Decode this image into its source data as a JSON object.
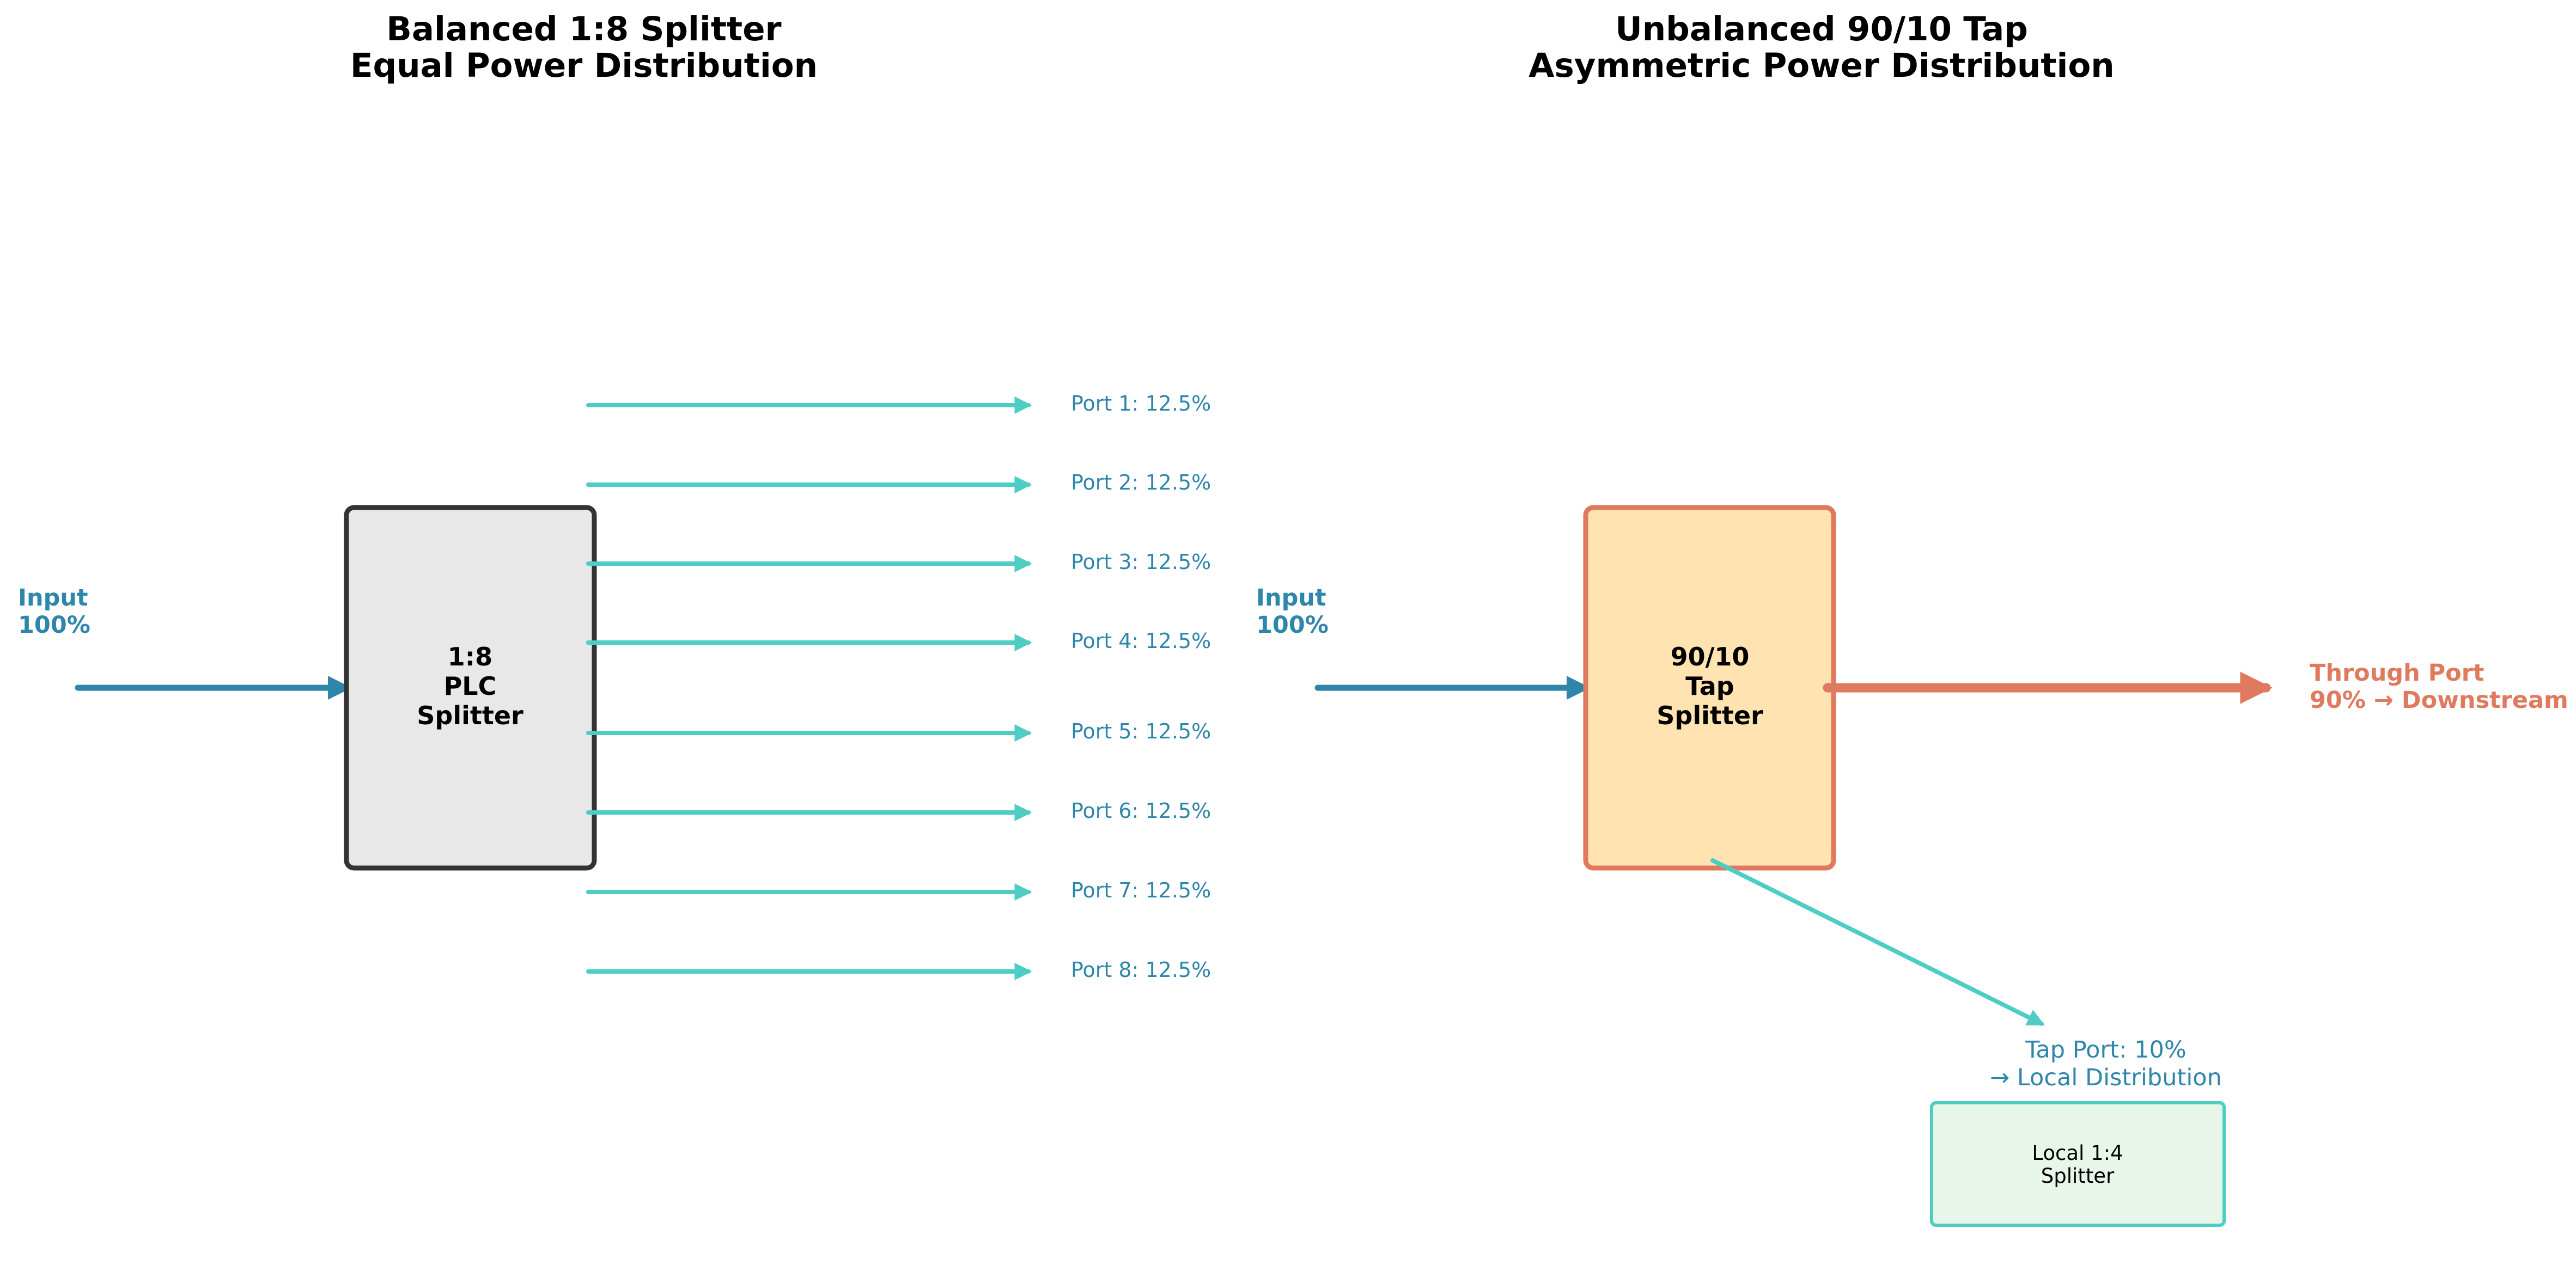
{
  "colors": {
    "input_arrow": "#2E86AB",
    "port_arrow": "#4ECDC4",
    "through_arrow": "#E07A5F",
    "label_blue": "#2E86AB",
    "label_orange": "#E07A5F",
    "plc_box_fill": "#E8E8E8",
    "plc_box_stroke": "#333333",
    "tap_box_fill": "#FFE3B0",
    "tap_box_stroke": "#E07A5F",
    "local_box_fill": "#E8F5E9",
    "local_box_stroke": "#4ECDC4"
  },
  "balanced": {
    "title_line1": "Balanced 1:8 Splitter",
    "title_line2": "Equal Power Distribution",
    "input_line1": "Input",
    "input_line2": "100%",
    "splitter_line1": "1:8",
    "splitter_line2": "PLC",
    "splitter_line3": "Splitter",
    "ports": [
      "Port 1: 12.5%",
      "Port 2: 12.5%",
      "Port 3: 12.5%",
      "Port 4: 12.5%",
      "Port 5: 12.5%",
      "Port 6: 12.5%",
      "Port 7: 12.5%",
      "Port 8: 12.5%"
    ]
  },
  "unbalanced": {
    "title_line1": "Unbalanced 90/10 Tap",
    "title_line2": "Asymmetric Power Distribution",
    "input_line1": "Input",
    "input_line2": "100%",
    "splitter_line1": "90/10",
    "splitter_line2": "Tap",
    "splitter_line3": "Splitter",
    "through_line1": "Through Port",
    "through_line2": "90% → Downstream",
    "tap_line1": "Tap Port: 10%",
    "tap_line2": "→ Local Distribution",
    "local_line1": "Local 1:4",
    "local_line2": "Splitter"
  }
}
